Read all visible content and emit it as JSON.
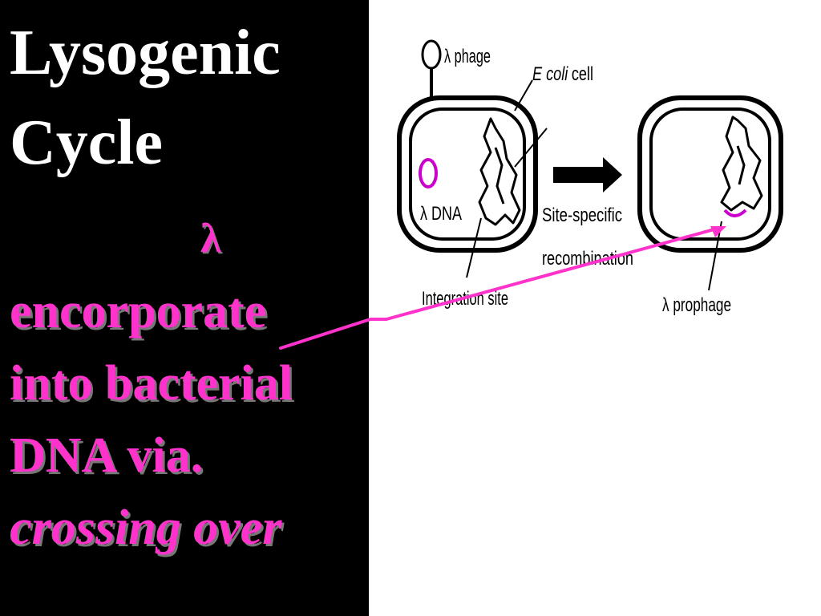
{
  "slide": {
    "title_line1": "Lysogenic",
    "title_line2": "Cycle",
    "lambda_symbol": "λ",
    "body_line1": "encorporate",
    "body_line2": "into bacterial",
    "body_line3": "DNA via.",
    "body_line4": "crossing over"
  },
  "diagram": {
    "phage_label": "λ phage",
    "ecoli_label_italic": "E coli",
    "ecoli_label_rest": "cell",
    "lambda_dna_label": "λ DNA",
    "arrow_label_line1": "Site-specific",
    "arrow_label_line2": "recombination",
    "integration_site_label": "Integration site",
    "prophage_label": "λ prophage"
  },
  "colors": {
    "panel_background": "#000000",
    "title_text": "#ffffff",
    "accent_pink": "#ff33cc",
    "magenta_dna": "#cc00cc"
  }
}
